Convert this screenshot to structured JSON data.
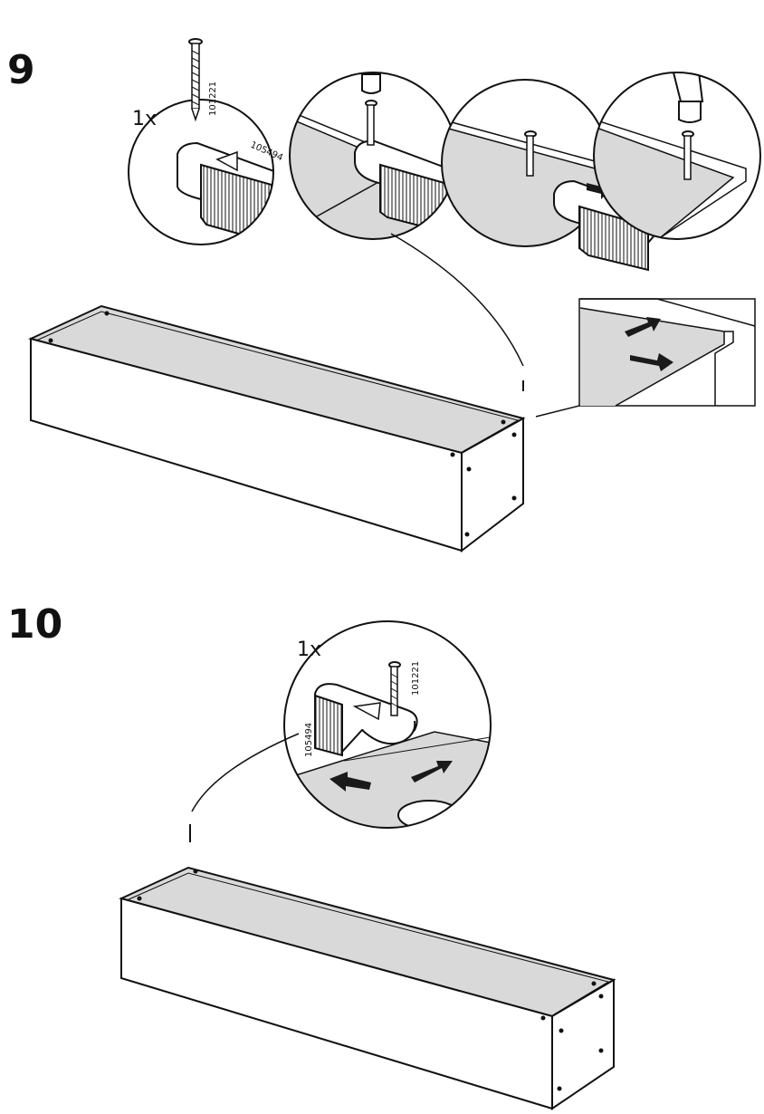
{
  "steps": [
    {
      "number": "9",
      "quantity": "1x",
      "part_nail": "101221",
      "part_bracket": "105494"
    },
    {
      "number": "10",
      "quantity": "1x",
      "part_nail": "101221",
      "part_bracket": "105494"
    }
  ],
  "colors": {
    "line": "#111111",
    "panel_fill": "#d9d9d9",
    "box_fill": "#ffffff",
    "arrow": "#1a1a1a"
  },
  "icons": [
    "nail-icon",
    "hammer-icon",
    "bracket-icon",
    "arrow-icon",
    "zoom-callout"
  ]
}
